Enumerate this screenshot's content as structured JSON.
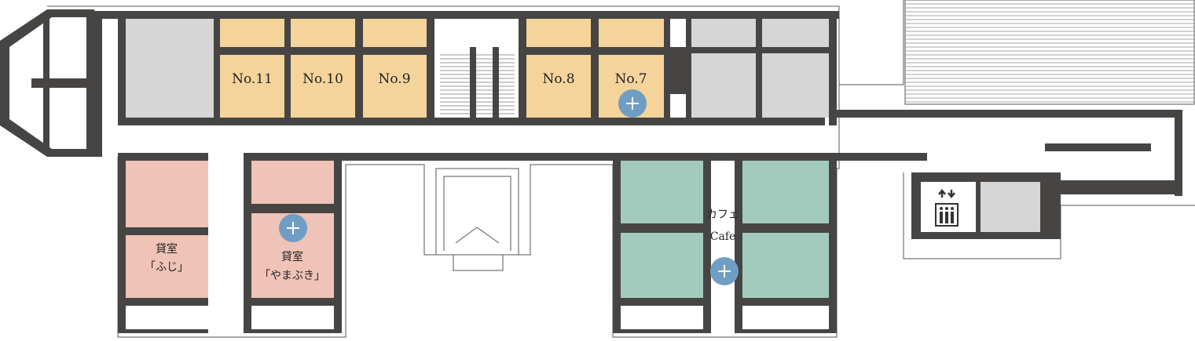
{
  "floor_plan": {
    "rooms": [
      {
        "id": "no11",
        "label": "No.11",
        "type": "office"
      },
      {
        "id": "no10",
        "label": "No.10",
        "type": "office"
      },
      {
        "id": "no9",
        "label": "No.9",
        "type": "office"
      },
      {
        "id": "no8",
        "label": "No.8",
        "type": "office"
      },
      {
        "id": "no7",
        "label": "No.7",
        "type": "office"
      },
      {
        "id": "fuji",
        "label_line1": "貸室",
        "label_line2": "「ふじ」",
        "type": "rental"
      },
      {
        "id": "yamabuki",
        "label_line1": "貸室",
        "label_line2": "「やまぶき」",
        "type": "rental"
      },
      {
        "id": "cafe",
        "label_line1": "カフェ",
        "label_line2": "Cafe",
        "type": "cafe"
      }
    ],
    "colors": {
      "wall": "#474543",
      "office": "#f5d49b",
      "rental": "#efc3b7",
      "cafe": "#a3cbbd",
      "unavailable": "#d5d6d5",
      "marker": "#6f9dc4"
    },
    "icons": [
      "elevator-icon",
      "expand-marker-icon"
    ]
  }
}
